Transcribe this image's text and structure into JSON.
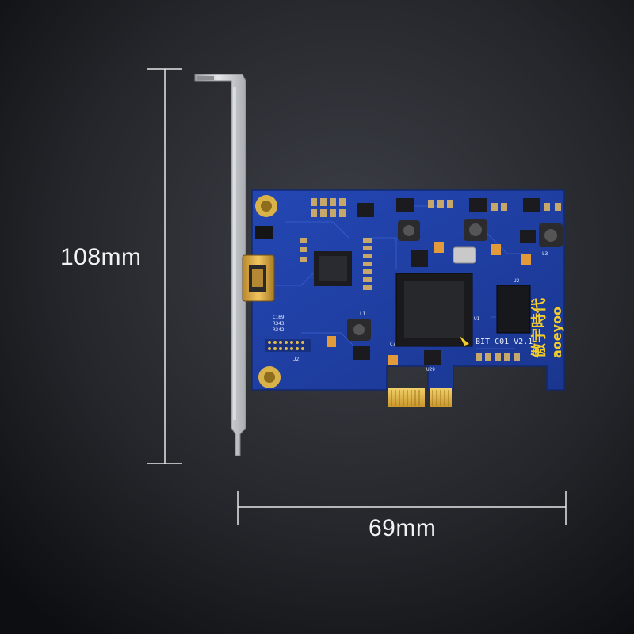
{
  "dimensions": {
    "height_label": "108mm",
    "width_label": "69mm"
  },
  "board": {
    "version_text": "BIT_C01_V2.1",
    "brand_cn": "傲宇時代",
    "brand_en": "aoeyoo",
    "silkscreen": [
      "C169",
      "R343",
      "R342",
      "J2",
      "U1",
      "U2",
      "L1",
      "L3",
      "U29",
      "C7"
    ]
  },
  "colors": {
    "background_center": "#3a3d44",
    "background_edge": "#0d0e11",
    "pcb_blue": "#1f3fa6",
    "bracket_silver": "#c9ccd0",
    "gold_contacts": "#e2b53a",
    "logo_yellow": "#f3cd2a",
    "dimension_line": "#e6e6e6"
  }
}
